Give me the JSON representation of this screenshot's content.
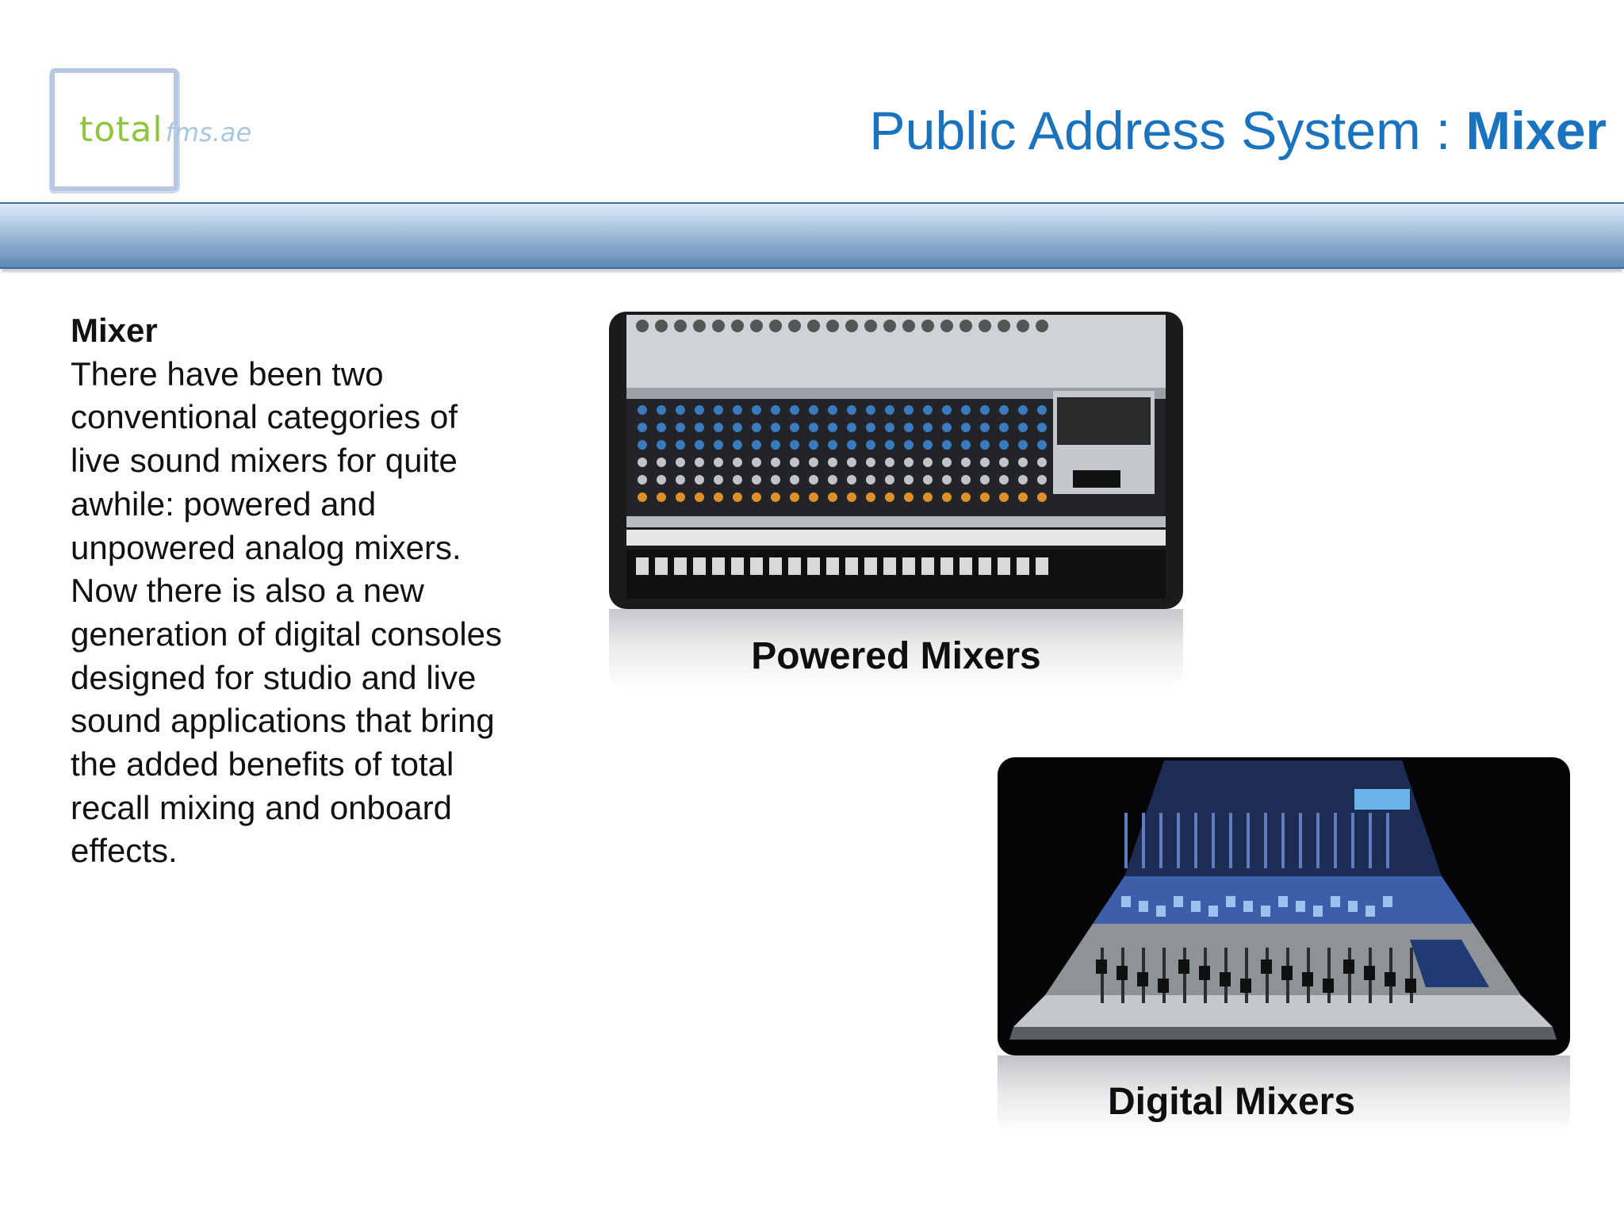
{
  "logo": {
    "text_main": "total",
    "text_sub": "fms.ae"
  },
  "header": {
    "title_regular": "Public Address System : ",
    "title_bold": "Mixer"
  },
  "content": {
    "heading": "Mixer",
    "body": "There have been two conventional categories of live sound mixers for quite awhile: powered and unpowered analog mixers. Now there is also a new generation of digital consoles designed for studio and live sound applications that bring the added benefits of total recall mixing and onboard effects."
  },
  "images": [
    {
      "caption": "Powered Mixers"
    },
    {
      "caption": "Digital Mixers"
    }
  ]
}
